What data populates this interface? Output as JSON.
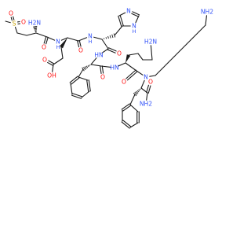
{
  "colors": {
    "bond": "#1a1a1a",
    "carbon": "#1a1a1a",
    "nitrogen": "#3050f8",
    "oxygen": "#ff0d0d",
    "sulfur": "#c8a200",
    "background": "#ffffff"
  },
  "atom_labels": {
    "s": "S",
    "o": "O",
    "nh2": "NH2",
    "h2n": "H2N",
    "oh": "OH",
    "n": "N",
    "hn": "HN",
    "h": "H"
  },
  "molecule": {
    "atoms": [
      {
        "id": "ms_me",
        "el": "C"
      },
      {
        "id": "ms_s",
        "el": "S",
        "label": "atom_labels.s"
      },
      {
        "id": "ms_o1",
        "el": "O",
        "label": "atom_labels.o"
      },
      {
        "id": "ms_o2",
        "el": "O",
        "label": "atom_labels.o"
      },
      {
        "id": "ms_c1",
        "el": "C"
      },
      {
        "id": "ms_c2",
        "el": "C"
      },
      {
        "id": "ms_ca",
        "el": "C"
      },
      {
        "id": "ms_nh2",
        "el": "N",
        "label": "atom_labels.h2n"
      },
      {
        "id": "ms_co",
        "el": "C"
      },
      {
        "id": "ms_o",
        "el": "O",
        "label": "atom_labels.o"
      },
      {
        "id": "gl_n",
        "el": "N",
        "label": "atom_labels.n",
        "sub": "atom_labels.h"
      },
      {
        "id": "gl_ca",
        "el": "C"
      },
      {
        "id": "gl_cb",
        "el": "C"
      },
      {
        "id": "gl_cg",
        "el": "C"
      },
      {
        "id": "gl_cd",
        "el": "C"
      },
      {
        "id": "gl_o1",
        "el": "O",
        "label": "atom_labels.o"
      },
      {
        "id": "gl_oh",
        "el": "O",
        "label": "atom_labels.oh"
      },
      {
        "id": "gl_co",
        "el": "C"
      },
      {
        "id": "gl_o",
        "el": "O",
        "label": "atom_labels.o"
      },
      {
        "id": "hi_n",
        "el": "N",
        "label": "atom_labels.n",
        "sub": "atom_labels.h"
      },
      {
        "id": "hi_ca",
        "el": "C"
      },
      {
        "id": "hi_cb",
        "el": "C"
      },
      {
        "id": "hi_r1",
        "el": "C"
      },
      {
        "id": "hi_r2",
        "el": "C"
      },
      {
        "id": "hi_r3",
        "el": "N",
        "label": "atom_labels.n"
      },
      {
        "id": "hi_r4",
        "el": "C"
      },
      {
        "id": "hi_r5",
        "el": "N",
        "label": "atom_labels.n",
        "sub": "atom_labels.h"
      },
      {
        "id": "hi_co",
        "el": "C"
      },
      {
        "id": "hi_o",
        "el": "O",
        "label": "atom_labels.o"
      },
      {
        "id": "f1_n",
        "el": "N",
        "label": "atom_labels.hn"
      },
      {
        "id": "f1_ca",
        "el": "C"
      },
      {
        "id": "f1_cb",
        "el": "C"
      },
      {
        "id": "f1_p1",
        "el": "C"
      },
      {
        "id": "f1_p2",
        "el": "C"
      },
      {
        "id": "f1_p3",
        "el": "C"
      },
      {
        "id": "f1_p4",
        "el": "C"
      },
      {
        "id": "f1_p5",
        "el": "C"
      },
      {
        "id": "f1_p6",
        "el": "C"
      },
      {
        "id": "f1_co",
        "el": "C"
      },
      {
        "id": "f1_o",
        "el": "O",
        "label": "atom_labels.o"
      },
      {
        "id": "ly_n",
        "el": "N",
        "label": "atom_labels.hn"
      },
      {
        "id": "ly_ca",
        "el": "C"
      },
      {
        "id": "ly_c1",
        "el": "C"
      },
      {
        "id": "ly_c2",
        "el": "C"
      },
      {
        "id": "ly_c3",
        "el": "C"
      },
      {
        "id": "ly_c4",
        "el": "C"
      },
      {
        "id": "ly_nh2",
        "el": "N",
        "label": "atom_labels.h2n"
      },
      {
        "id": "ly_co",
        "el": "C"
      },
      {
        "id": "ly_o",
        "el": "O",
        "label": "atom_labels.o"
      },
      {
        "id": "tn",
        "el": "N",
        "label": "atom_labels.n"
      },
      {
        "id": "ch1",
        "el": "C"
      },
      {
        "id": "ch2",
        "el": "C"
      },
      {
        "id": "ch3",
        "el": "C"
      },
      {
        "id": "ch4",
        "el": "C"
      },
      {
        "id": "ch5",
        "el": "C"
      },
      {
        "id": "ch6",
        "el": "C"
      },
      {
        "id": "ch7",
        "el": "C"
      },
      {
        "id": "ch8",
        "el": "C"
      },
      {
        "id": "ch9",
        "el": "C"
      },
      {
        "id": "ch_nh2",
        "el": "N",
        "label": "atom_labels.nh2"
      },
      {
        "id": "f2_ca",
        "el": "C"
      },
      {
        "id": "f2_co",
        "el": "C"
      },
      {
        "id": "f2_o",
        "el": "O",
        "label": "atom_labels.o"
      },
      {
        "id": "f2_nh2",
        "el": "N",
        "label": "atom_labels.nh2"
      },
      {
        "id": "f2_cb",
        "el": "C"
      },
      {
        "id": "f2_p1",
        "el": "C"
      },
      {
        "id": "f2_p2",
        "el": "C"
      },
      {
        "id": "f2_p3",
        "el": "C"
      },
      {
        "id": "f2_p4",
        "el": "C"
      },
      {
        "id": "f2_p5",
        "el": "C"
      },
      {
        "id": "f2_p6",
        "el": "C"
      }
    ],
    "bonds": [
      {
        "a": "ms_me",
        "b": "ms_s"
      },
      {
        "a": "ms_s",
        "b": "ms_o1",
        "order": 2
      },
      {
        "a": "ms_s",
        "b": "ms_o2",
        "order": 2
      },
      {
        "a": "ms_s",
        "b": "ms_c1"
      },
      {
        "a": "ms_c1",
        "b": "ms_c2"
      },
      {
        "a": "ms_c2",
        "b": "ms_ca"
      },
      {
        "a": "ms_ca",
        "b": "ms_nh2",
        "stereo": "hash"
      },
      {
        "a": "ms_ca",
        "b": "ms_co"
      },
      {
        "a": "ms_co",
        "b": "ms_o",
        "order": 2
      },
      {
        "a": "ms_co",
        "b": "gl_n"
      },
      {
        "a": "gl_n",
        "b": "gl_ca"
      },
      {
        "a": "gl_ca",
        "b": "gl_cb",
        "stereo": "wedge"
      },
      {
        "a": "gl_cb",
        "b": "gl_cg"
      },
      {
        "a": "gl_cg",
        "b": "gl_cd"
      },
      {
        "a": "gl_cd",
        "b": "gl_o1",
        "order": 2
      },
      {
        "a": "gl_cd",
        "b": "gl_oh"
      },
      {
        "a": "gl_ca",
        "b": "gl_co"
      },
      {
        "a": "gl_co",
        "b": "gl_o",
        "order": 2
      },
      {
        "a": "gl_co",
        "b": "hi_n"
      },
      {
        "a": "hi_n",
        "b": "hi_ca"
      },
      {
        "a": "hi_ca",
        "b": "hi_cb",
        "stereo": "hash"
      },
      {
        "a": "hi_cb",
        "b": "hi_r1"
      },
      {
        "a": "hi_r1",
        "b": "hi_r2",
        "order": 2
      },
      {
        "a": "hi_r2",
        "b": "hi_r3"
      },
      {
        "a": "hi_r3",
        "b": "hi_r4",
        "order": 2
      },
      {
        "a": "hi_r4",
        "b": "hi_r5"
      },
      {
        "a": "hi_r5",
        "b": "hi_r1"
      },
      {
        "a": "hi_ca",
        "b": "hi_co"
      },
      {
        "a": "hi_co",
        "b": "hi_o",
        "order": 2
      },
      {
        "a": "hi_co",
        "b": "f1_n"
      },
      {
        "a": "f1_n",
        "b": "f1_ca"
      },
      {
        "a": "f1_ca",
        "b": "f1_cb",
        "stereo": "hash"
      },
      {
        "a": "f1_cb",
        "b": "f1_p1"
      },
      {
        "a": "f1_p1",
        "b": "f1_p2",
        "order": 2
      },
      {
        "a": "f1_p2",
        "b": "f1_p3"
      },
      {
        "a": "f1_p3",
        "b": "f1_p4",
        "order": 2
      },
      {
        "a": "f1_p4",
        "b": "f1_p5"
      },
      {
        "a": "f1_p5",
        "b": "f1_p6",
        "order": 2
      },
      {
        "a": "f1_p6",
        "b": "f1_p1"
      },
      {
        "a": "f1_ca",
        "b": "f1_co"
      },
      {
        "a": "f1_co",
        "b": "f1_o",
        "order": 2
      },
      {
        "a": "f1_co",
        "b": "ly_n"
      },
      {
        "a": "ly_n",
        "b": "ly_ca"
      },
      {
        "a": "ly_ca",
        "b": "ly_c1",
        "stereo": "wedge"
      },
      {
        "a": "ly_c1",
        "b": "ly_c2"
      },
      {
        "a": "ly_c2",
        "b": "ly_c3"
      },
      {
        "a": "ly_c3",
        "b": "ly_c4"
      },
      {
        "a": "ly_c4",
        "b": "ly_nh2"
      },
      {
        "a": "ly_ca",
        "b": "ly_co"
      },
      {
        "a": "ly_co",
        "b": "ly_o",
        "order": 2
      },
      {
        "a": "ly_co",
        "b": "tn"
      },
      {
        "a": "tn",
        "b": "ch1"
      },
      {
        "a": "ch1",
        "b": "ch2"
      },
      {
        "a": "ch2",
        "b": "ch3"
      },
      {
        "a": "ch3",
        "b": "ch4"
      },
      {
        "a": "ch4",
        "b": "ch5"
      },
      {
        "a": "ch5",
        "b": "ch6"
      },
      {
        "a": "ch6",
        "b": "ch7"
      },
      {
        "a": "ch7",
        "b": "ch8"
      },
      {
        "a": "ch8",
        "b": "ch9"
      },
      {
        "a": "ch9",
        "b": "ch_nh2"
      },
      {
        "a": "tn",
        "b": "f2_ca"
      },
      {
        "a": "f2_ca",
        "b": "f2_co"
      },
      {
        "a": "f2_co",
        "b": "f2_o",
        "order": 2
      },
      {
        "a": "f2_co",
        "b": "f2_nh2"
      },
      {
        "a": "f2_ca",
        "b": "f2_cb",
        "stereo": "hash"
      },
      {
        "a": "f2_cb",
        "b": "f2_p1"
      },
      {
        "a": "f2_p1",
        "b": "f2_p2",
        "order": 2
      },
      {
        "a": "f2_p2",
        "b": "f2_p3"
      },
      {
        "a": "f2_p3",
        "b": "f2_p4",
        "order": 2
      },
      {
        "a": "f2_p4",
        "b": "f2_p5"
      },
      {
        "a": "f2_p5",
        "b": "f2_p6",
        "order": 2
      },
      {
        "a": "f2_p6",
        "b": "f2_p1"
      }
    ]
  }
}
